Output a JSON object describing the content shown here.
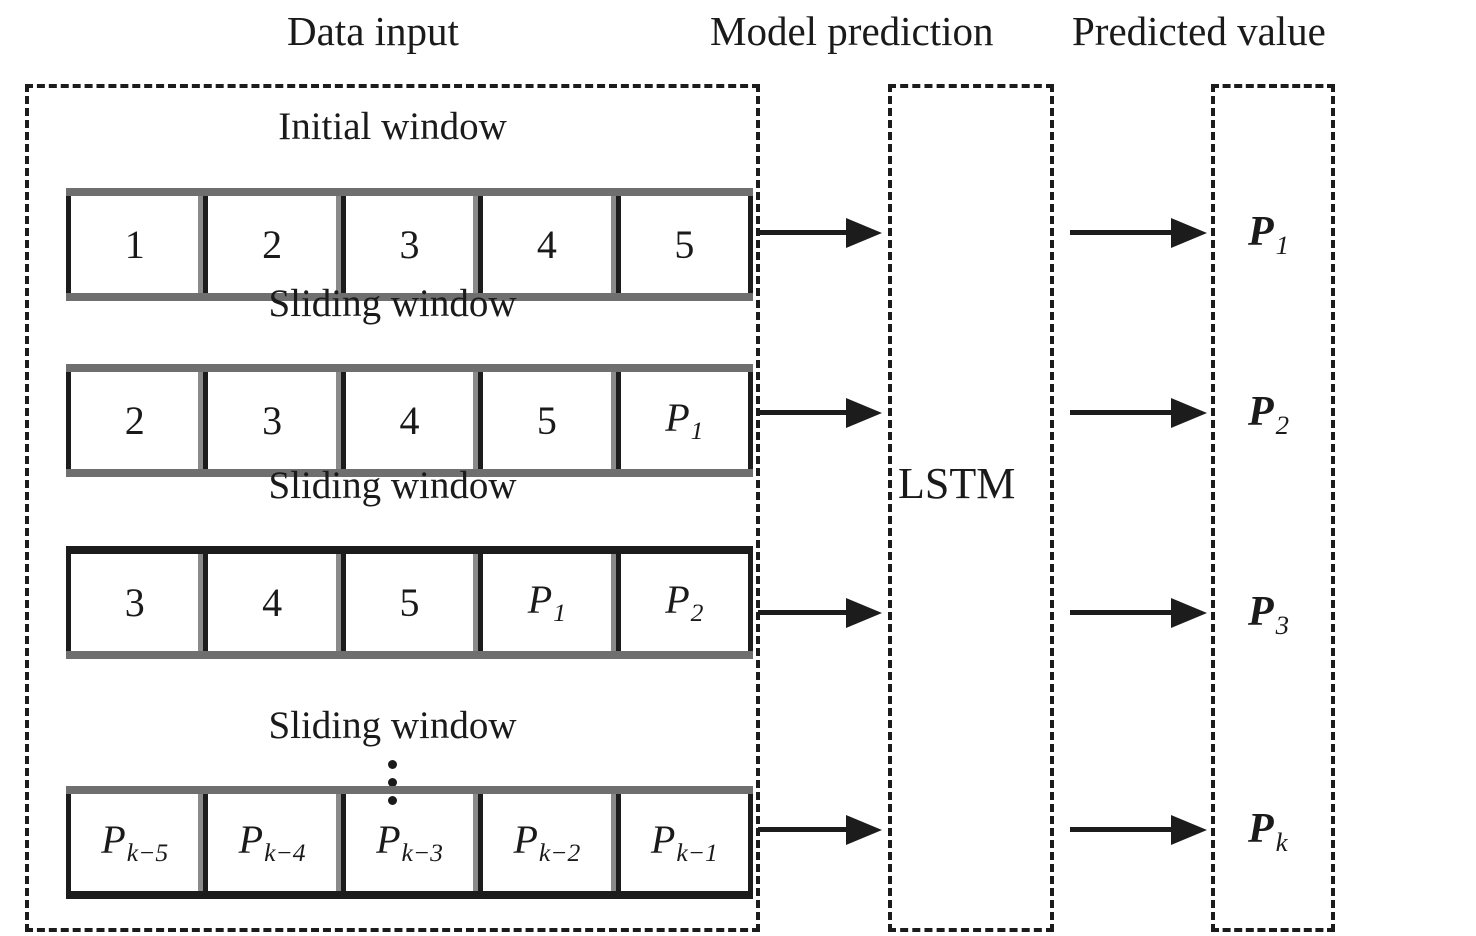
{
  "headers": {
    "data_input": "Data input",
    "model_prediction": "Model prediction",
    "predicted_value": "Predicted value"
  },
  "model": {
    "label": "LSTM"
  },
  "ellipsis": "⋮",
  "windows": [
    {
      "title": "Initial window",
      "cells": [
        {
          "text": "1",
          "math": false
        },
        {
          "text": "2",
          "math": false
        },
        {
          "text": "3",
          "math": false
        },
        {
          "text": "4",
          "math": false
        },
        {
          "text": "5",
          "math": false
        }
      ]
    },
    {
      "title": "Sliding window",
      "cells": [
        {
          "text": "2",
          "math": false
        },
        {
          "text": "3",
          "math": false
        },
        {
          "text": "4",
          "math": false
        },
        {
          "text": "5",
          "math": false
        },
        {
          "base": "P",
          "sub": "1",
          "math": true
        }
      ]
    },
    {
      "title": "Sliding window",
      "cells": [
        {
          "text": "3",
          "math": false
        },
        {
          "text": "4",
          "math": false
        },
        {
          "text": "5",
          "math": false
        },
        {
          "base": "P",
          "sub": "1",
          "math": true
        },
        {
          "base": "P",
          "sub": "2",
          "math": true
        }
      ]
    },
    {
      "title": "Sliding window",
      "cells": [
        {
          "base": "P",
          "sub": "k−5",
          "math": true
        },
        {
          "base": "P",
          "sub": "k−4",
          "math": true
        },
        {
          "base": "P",
          "sub": "k−3",
          "math": true
        },
        {
          "base": "P",
          "sub": "k−2",
          "math": true
        },
        {
          "base": "P",
          "sub": "k−1",
          "math": true
        }
      ]
    }
  ],
  "predictions": [
    {
      "base": "P",
      "sub": "1"
    },
    {
      "base": "P",
      "sub": "2"
    },
    {
      "base": "P",
      "sub": "3"
    },
    {
      "base": "P",
      "sub": "k"
    }
  ],
  "colors": {
    "stroke_dark": "#1c1c1c",
    "stroke_gray": "#6f6f6f",
    "cell_divider_gray": "#8a8a8a",
    "background": "#ffffff",
    "text": "#1a1a1a"
  }
}
